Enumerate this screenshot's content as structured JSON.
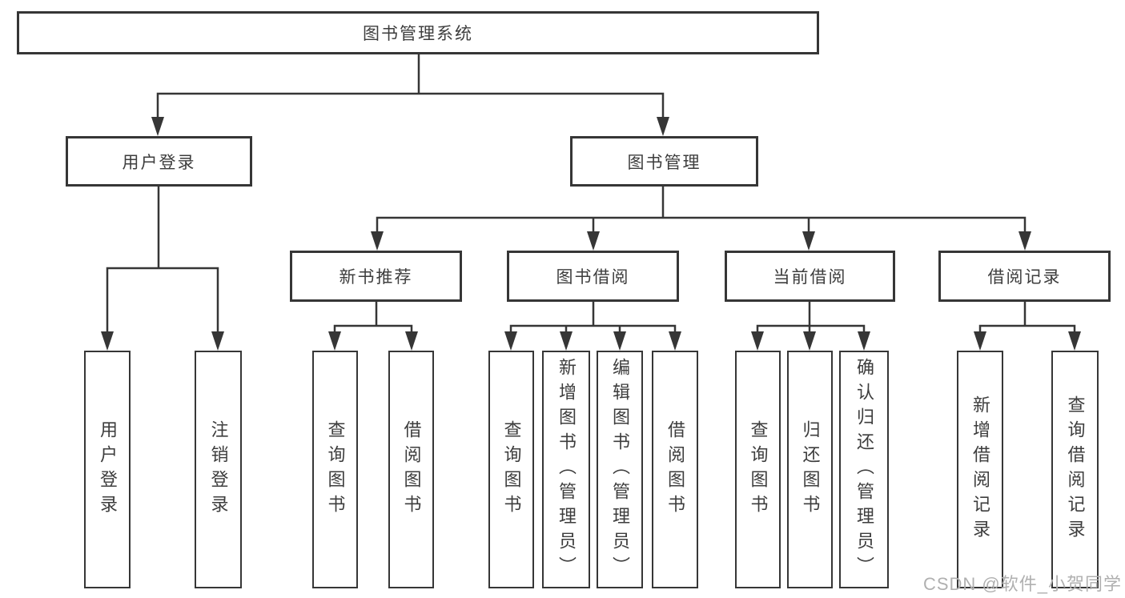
{
  "root": {
    "label": "图书管理系统",
    "children": [
      {
        "label": "用户登录",
        "children": [
          {
            "label": "用户登录"
          },
          {
            "label": "注销登录"
          }
        ]
      },
      {
        "label": "图书管理",
        "children": [
          {
            "label": "新书推荐",
            "children": [
              {
                "label": "查询图书"
              },
              {
                "label": "借阅图书"
              }
            ]
          },
          {
            "label": "图书借阅",
            "children": [
              {
                "label": "查询图书"
              },
              {
                "label": "新增图书（管理员）"
              },
              {
                "label": "编辑图书（管理员）"
              },
              {
                "label": "借阅图书"
              }
            ]
          },
          {
            "label": "当前借阅",
            "children": [
              {
                "label": "查询图书"
              },
              {
                "label": "归还图书"
              },
              {
                "label": "确认归还（管理员）"
              }
            ]
          },
          {
            "label": "借阅记录",
            "children": [
              {
                "label": "新增借阅记录"
              },
              {
                "label": "查询借阅记录"
              }
            ]
          }
        ]
      }
    ]
  },
  "watermark": "CSDN @软件_小贺同学",
  "colors": {
    "line": "#363636",
    "text": "#3d3d3d",
    "watermark": "#b0b0b0",
    "background": "#ffffff"
  }
}
